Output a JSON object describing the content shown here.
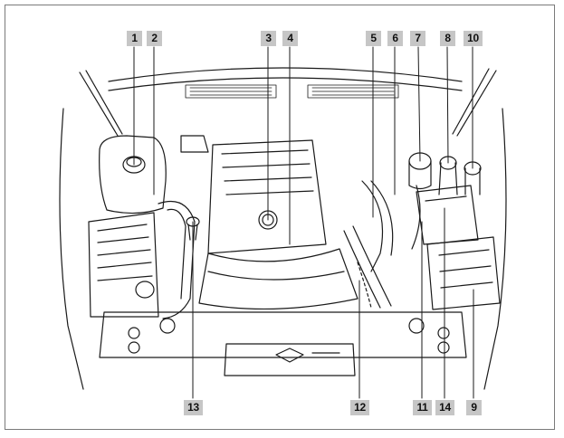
{
  "diagram": {
    "title": "",
    "callouts": [
      "1",
      "2",
      "3",
      "4",
      "5",
      "6",
      "7",
      "8",
      "10",
      "13",
      "12",
      "11",
      "14",
      "9"
    ]
  },
  "colors": {
    "line": "#1a1a1a",
    "callout_bg": "#c6c6c6",
    "frame": "#7a7a7a"
  }
}
